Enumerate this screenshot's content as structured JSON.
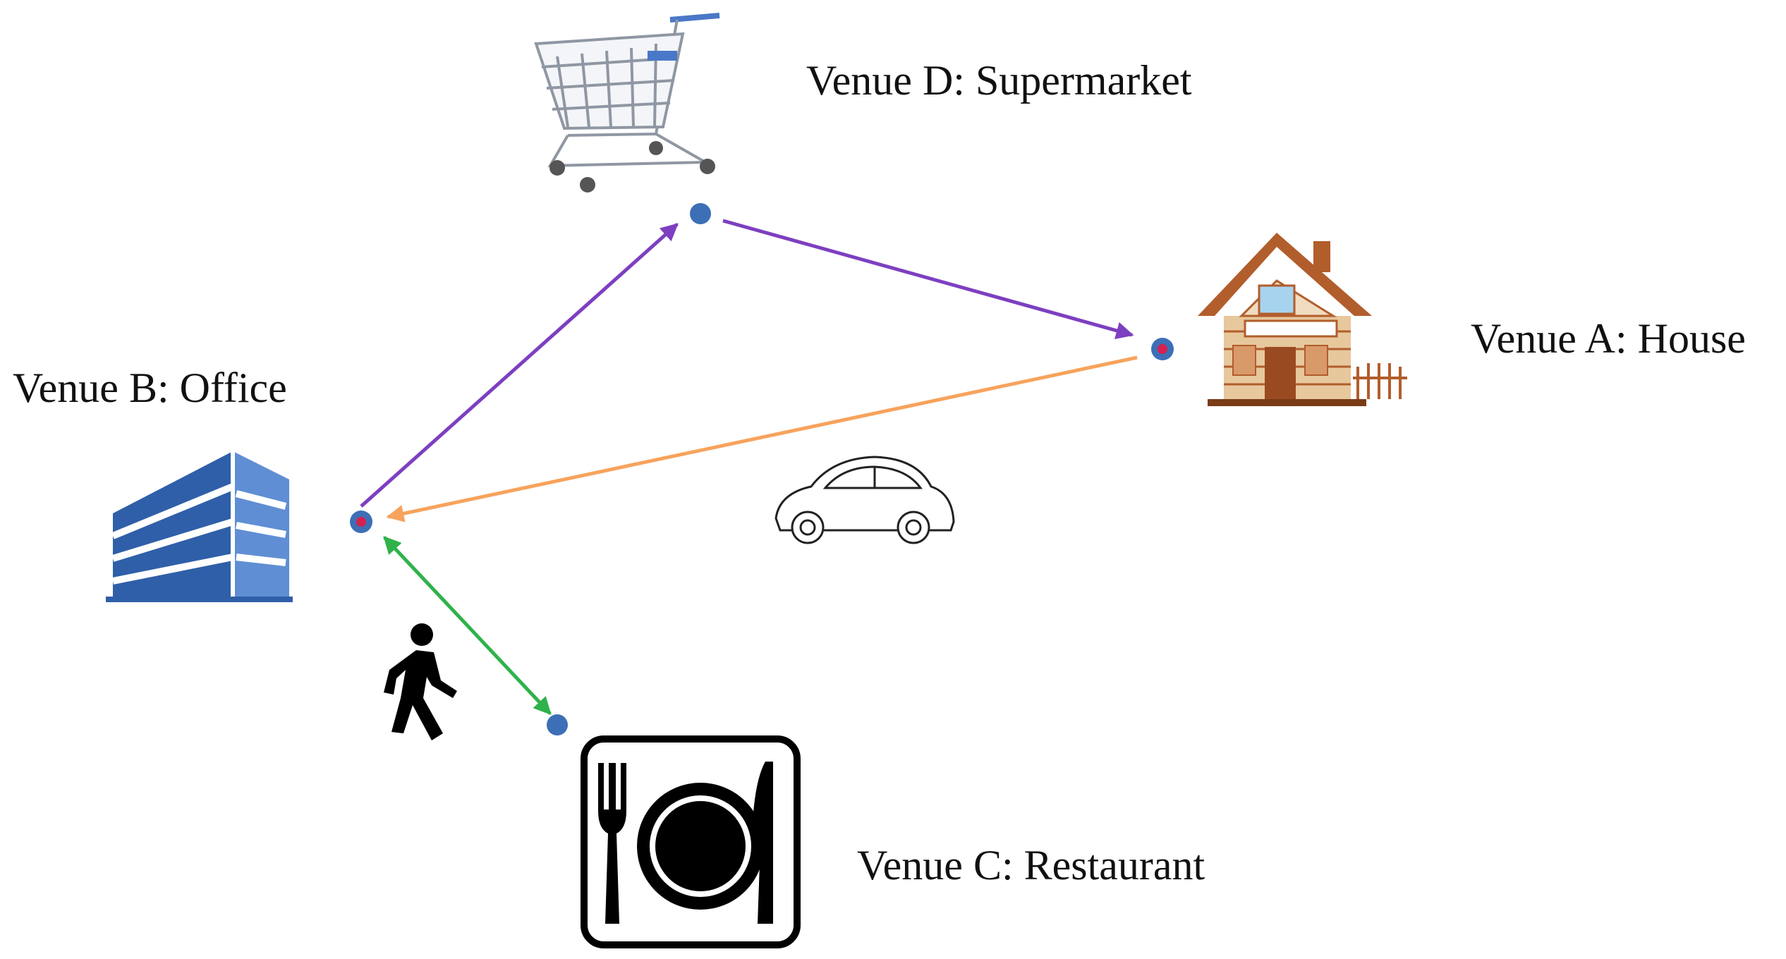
{
  "venues": {
    "a": {
      "label": "Venue A: House",
      "icon": "house-icon"
    },
    "b": {
      "label": "Venue B: Office",
      "icon": "office-building-icon"
    },
    "c": {
      "label": "Venue C: Restaurant",
      "icon": "restaurant-plate-icon"
    },
    "d": {
      "label": "Venue D: Supermarket",
      "icon": "shopping-cart-icon"
    }
  },
  "transport_icons": {
    "car": "car-icon",
    "walk": "walking-person-icon"
  },
  "colors": {
    "route_purple": "#7d3fc0",
    "route_orange": "#f7a35c",
    "route_green": "#2fb24a",
    "node_blue": "#3d6fb6",
    "node_red": "#d6204f",
    "office_blue": "#2f5fa8",
    "house_brown": "#b25d2c"
  }
}
